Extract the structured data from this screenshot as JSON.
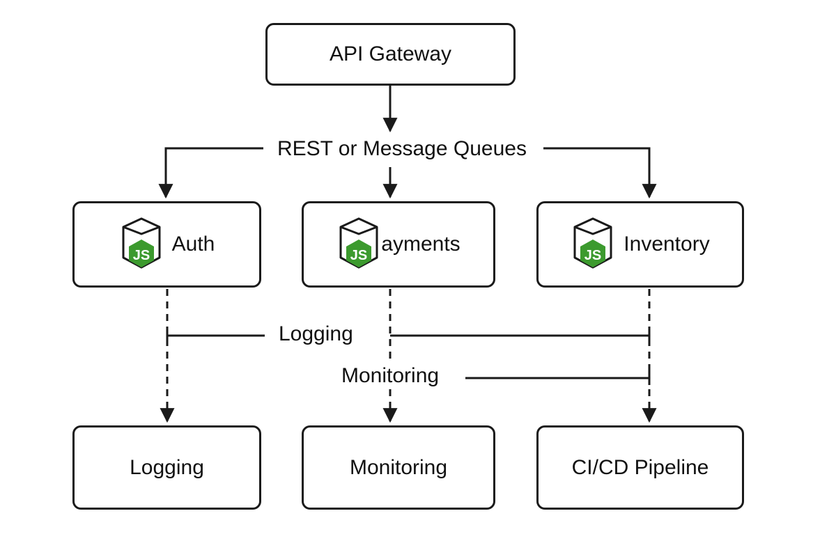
{
  "gateway": {
    "label": "API Gateway"
  },
  "transport": {
    "label": "REST or Message Queues"
  },
  "services": [
    {
      "label": "Auth",
      "icon": "nodejs-icon"
    },
    {
      "label": "ayments",
      "icon": "nodejs-icon"
    },
    {
      "label": "Inventory",
      "icon": "nodejs-icon"
    }
  ],
  "cross_labels": {
    "logging": "Logging",
    "monitoring": "Monitoring"
  },
  "infra": [
    {
      "label": "Logging"
    },
    {
      "label": "Monitoring"
    },
    {
      "label": "CI/CD Pipeline"
    }
  ],
  "colors": {
    "stroke": "#1a1a1a",
    "node_green": "#3c9a2e",
    "node_dark": "#2d7a1f"
  }
}
